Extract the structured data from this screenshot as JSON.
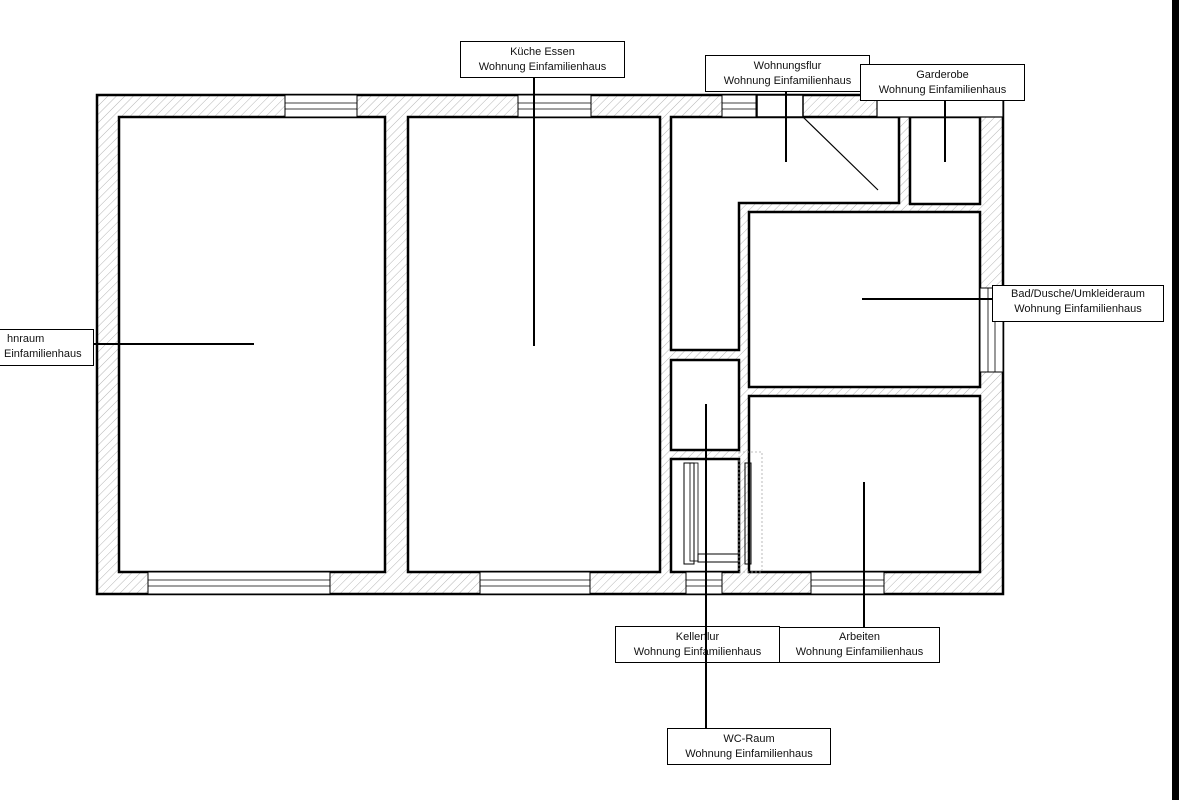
{
  "labels": {
    "kueche": {
      "room": "Küche Essen",
      "unit": "Wohnung Einfamilienhaus"
    },
    "wohnungsflur": {
      "room": "Wohnungsflur",
      "unit": "Wohnung Einfamilienhaus"
    },
    "garderobe": {
      "room": "Garderobe",
      "unit": "Wohnung Einfamilienhaus"
    },
    "wohnraum": {
      "room": "hnraum",
      "unit": "Einfamilienhaus"
    },
    "bad": {
      "room": "Bad/Dusche/Umkleideraum",
      "unit": "Wohnung Einfamilienhaus"
    },
    "kellerflur": {
      "room": "Kellerflur",
      "unit": "Wohnung Einfamilienhaus"
    },
    "arbeiten": {
      "room": "Arbeiten",
      "unit": "Wohnung Einfamilienhaus"
    },
    "wc": {
      "room": "WC-Raum",
      "unit": "Wohnung Einfamilienhaus"
    }
  }
}
